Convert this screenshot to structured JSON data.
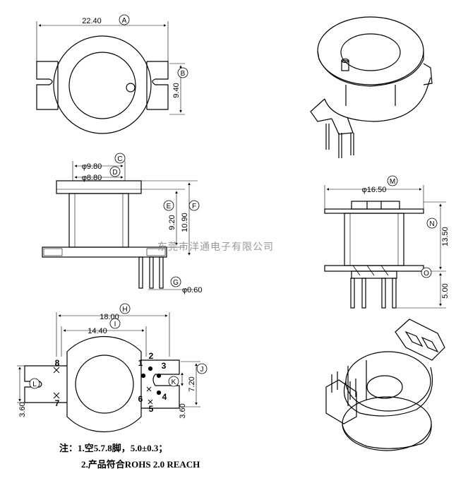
{
  "dimensions": {
    "width_top": "22.40",
    "height_top": "9.40",
    "flange_dia": "φ9.80",
    "core_dia": "φ8.80",
    "height_e": "9.20",
    "height_f": "10.90",
    "pin_dia": "φ0.60",
    "width_bottom_outer": "18.00",
    "width_bottom_inner": "14.40",
    "pitch_j": "7.20",
    "pitch_left": "3.60",
    "pitch_right": "3.60",
    "side_width": "φ16.50",
    "side_height": "13.50",
    "pin_length": "5.00"
  },
  "callouts": [
    "A",
    "B",
    "C",
    "D",
    "E",
    "F",
    "G",
    "H",
    "I",
    "J",
    "K",
    "L",
    "M",
    "N",
    "O"
  ],
  "pins": [
    "1",
    "2",
    "3",
    "4",
    "5",
    "6",
    "7",
    "8"
  ],
  "watermark": "东莞市洋通电子有限公司",
  "notes": {
    "line1": "注：1.空5.7.8脚，5.0±0.3；",
    "line2": "2.产品符合ROHS 2.0 REACH"
  }
}
